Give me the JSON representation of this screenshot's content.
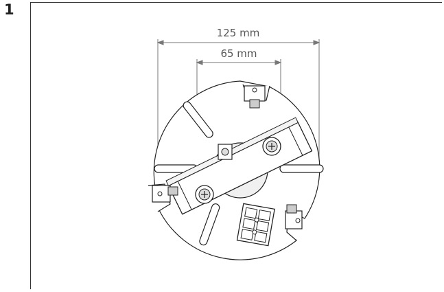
{
  "step": {
    "number": "1"
  },
  "dimensions": {
    "outer": "125 mm",
    "inner": "65 mm"
  },
  "colors": {
    "line": "#222222",
    "dimension": "#666666",
    "accent_fill": "#e8e8e8"
  }
}
